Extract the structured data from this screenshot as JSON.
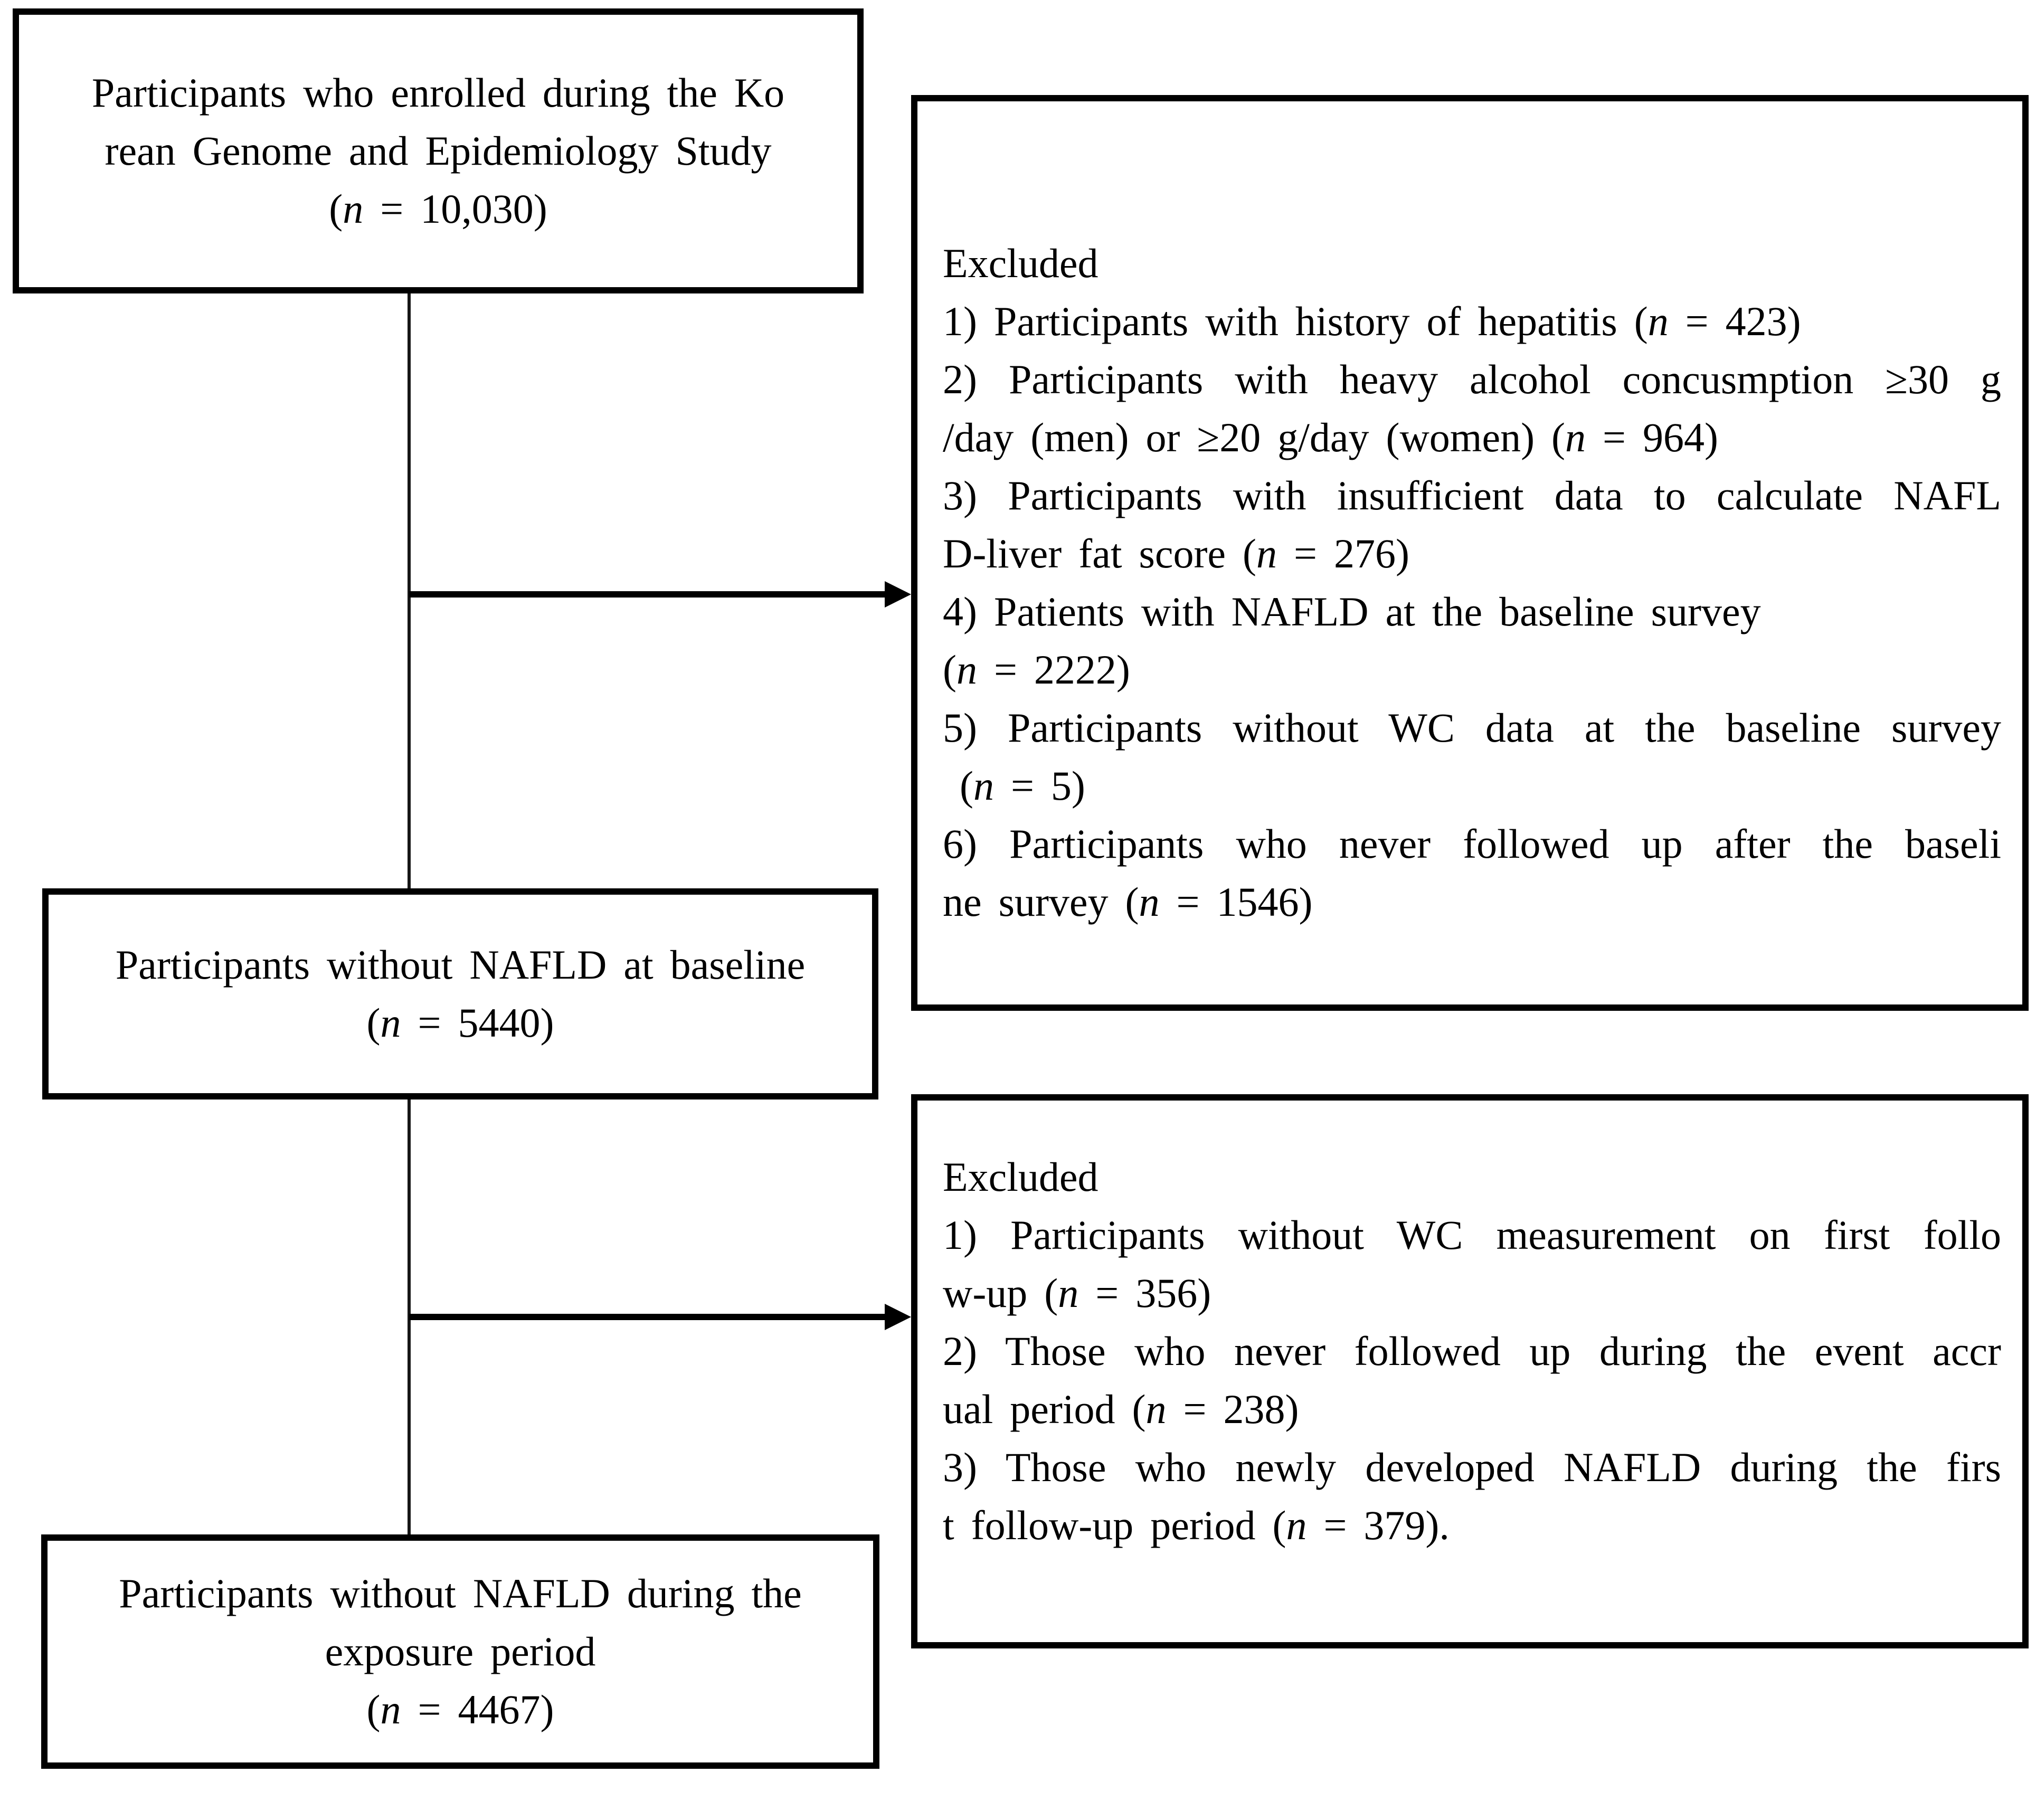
{
  "diagram": {
    "boxes": {
      "enrolled": {
        "lines": [
          "Participants who enrolled during the Ko",
          "rean Genome and Epidemiology Study",
          "(n = 10,030)"
        ]
      },
      "excluded_baseline": {
        "lines": [
          "Excluded",
          "1) Participants with history of hepatitis (n = 423)",
          "2) Participants with heavy alcohol concusmption ≥30 g",
          "/day (men) or ≥20 g/day (women) (n = 964)",
          "3) Participants with insufficient data to calculate NAFL",
          "D-liver fat score (n = 276)",
          "4) Patients with NAFLD at the baseline survey",
          "(n = 2222)",
          "5) Participants without WC data at the baseline survey",
          " (n = 5)",
          "6) Participants who never followed up after the baseli",
          "ne survey (n = 1546)"
        ]
      },
      "no_nafld_baseline": {
        "lines": [
          "Participants without NAFLD at baseline",
          "(n = 5440)"
        ]
      },
      "excluded_followup": {
        "lines": [
          "Excluded",
          "1) Participants without WC measurement on first follo",
          "w-up (n = 356)",
          "2) Those who never followed up during the event accr",
          "ual period (n = 238)",
          "3) Those who newly developed NAFLD during the firs",
          "t follow-up period (n = 379)."
        ]
      },
      "no_nafld_exposure": {
        "lines": [
          "Participants without NAFLD during the",
          "exposure period",
          "(n = 4467)"
        ]
      }
    }
  }
}
